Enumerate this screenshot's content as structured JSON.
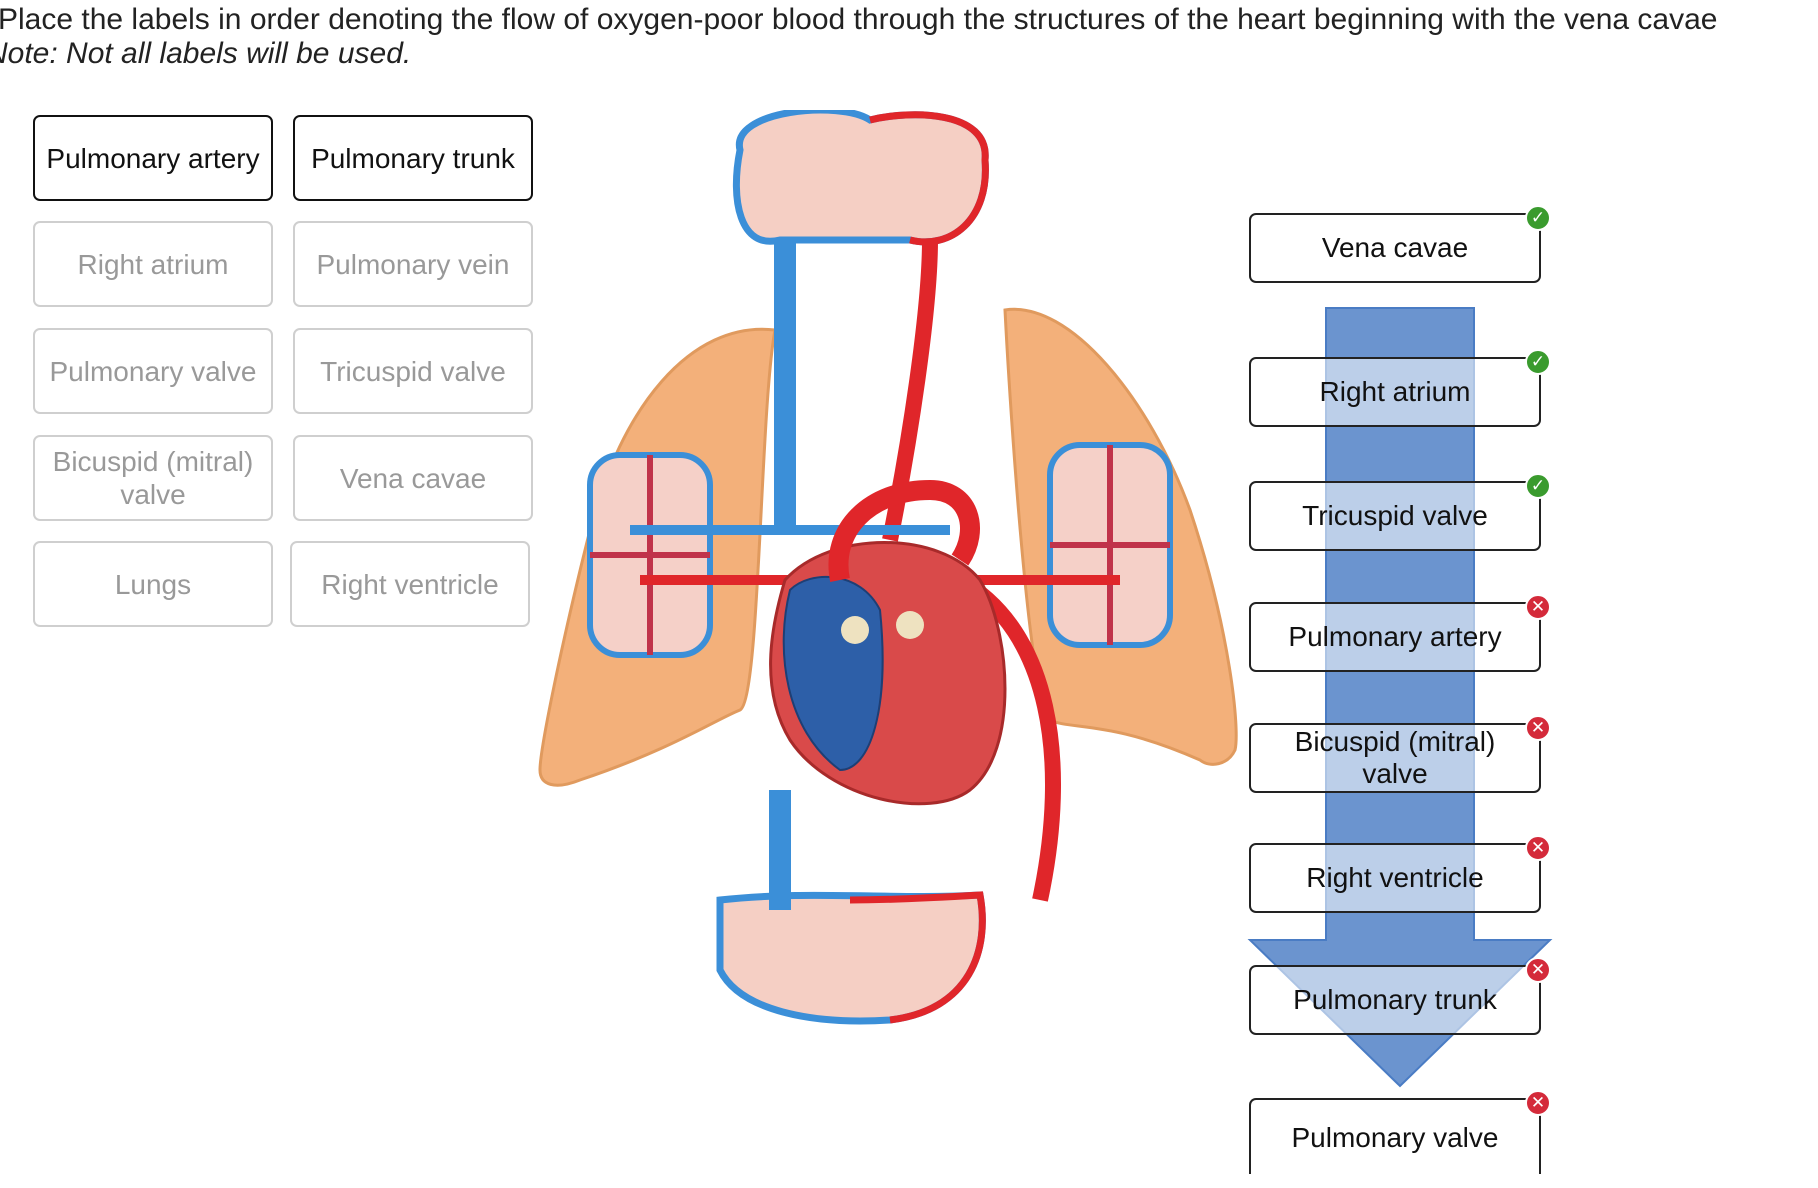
{
  "instructions": {
    "line1": "Place the labels in order denoting the flow of oxygen-poor blood through the structures of the heart beginning with the vena cavae",
    "line2": "Note: Not all labels will be used."
  },
  "label_bank": [
    {
      "text": "Pulmonary artery",
      "placed": true
    },
    {
      "text": "Pulmonary trunk",
      "placed": true
    },
    {
      "text": "Right atrium",
      "placed": true
    },
    {
      "text": "Pulmonary vein",
      "placed": false
    },
    {
      "text": "Pulmonary valve",
      "placed": true
    },
    {
      "text": "Tricuspid valve",
      "placed": true
    },
    {
      "text": "Bicuspid (mitral) valve",
      "placed": true
    },
    {
      "text": "Vena cavae",
      "placed": true
    },
    {
      "text": "Lungs",
      "placed": false
    },
    {
      "text": "Right ventricle",
      "placed": true
    }
  ],
  "sequence": [
    {
      "text": "Vena cavae",
      "status": "correct"
    },
    {
      "text": "Right atrium",
      "status": "correct"
    },
    {
      "text": "Tricuspid valve",
      "status": "correct"
    },
    {
      "text": "Pulmonary artery",
      "status": "incorrect"
    },
    {
      "text": "Bicuspid (mitral) valve",
      "status": "incorrect"
    },
    {
      "text": "Right ventricle",
      "status": "incorrect"
    },
    {
      "text": "Pulmonary trunk",
      "status": "incorrect"
    },
    {
      "text": "Pulmonary valve",
      "status": "incorrect"
    }
  ],
  "colors": {
    "flow_arrow": "#4a7cc4",
    "oxygen_poor": "#3b8fd8",
    "oxygen_rich": "#e0262a",
    "lung": "#f3b07a",
    "correct": "#3a9b2e",
    "incorrect": "#d42a3a"
  }
}
